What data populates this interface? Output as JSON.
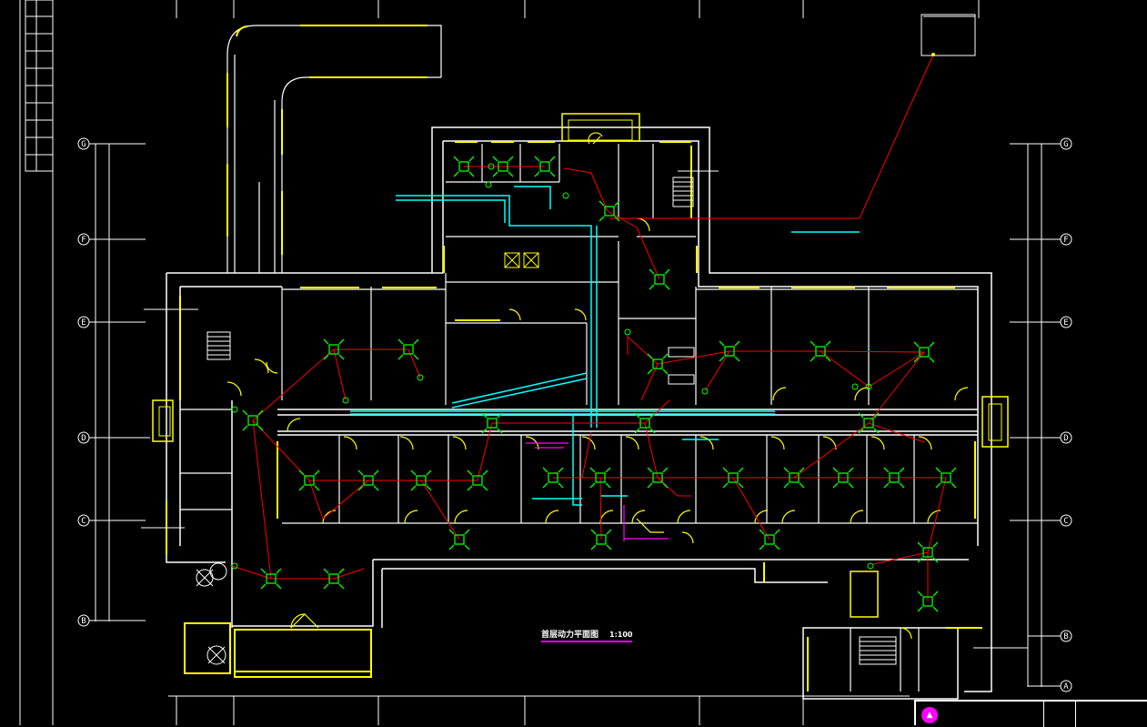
{
  "drawing": {
    "title": "首层动力平面图",
    "scale": "1:100"
  },
  "grid_axes": {
    "left": [
      "G",
      "F",
      "E",
      "D",
      "C",
      "B"
    ],
    "right": [
      "G",
      "F",
      "E",
      "D",
      "C",
      "B",
      "A"
    ]
  },
  "colors": {
    "background": "#000000",
    "walls": "#ffffff",
    "doors_windows": "#ffff00",
    "equipment": "#00ff00",
    "circuits": "#ff0000",
    "ducts": "#00ffff",
    "title_underline": "#ff00ff"
  },
  "icons": [
    "fan-coil-unit-icon",
    "grid-bubble-icon",
    "door-swing-icon",
    "stair-icon",
    "title-block-logo-icon"
  ]
}
